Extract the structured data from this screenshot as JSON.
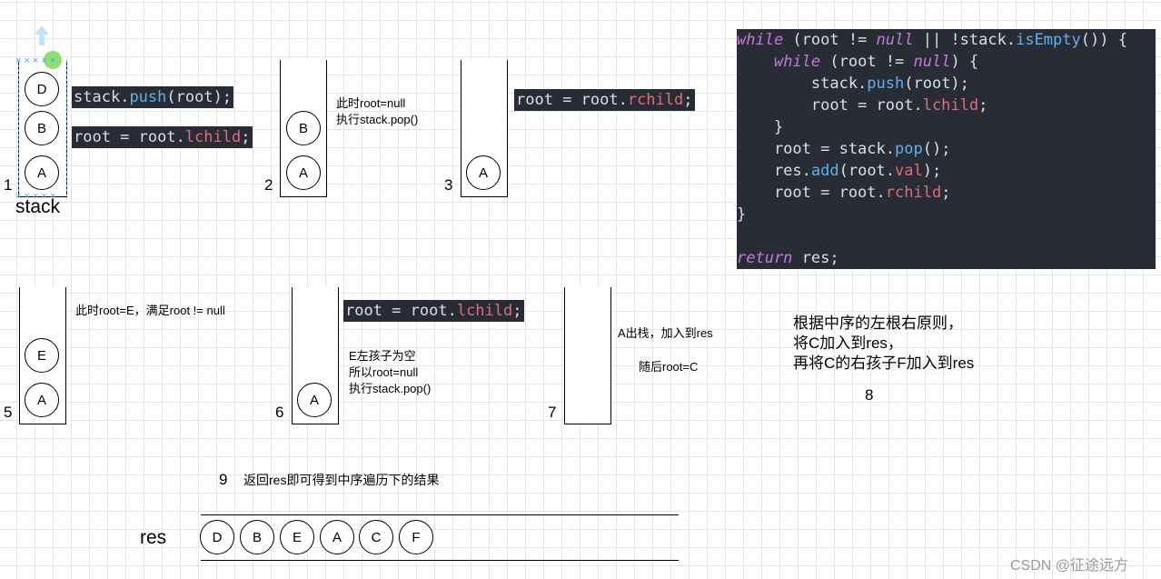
{
  "step1": {
    "num": "1",
    "label": "stack",
    "nodes": [
      "D",
      "B",
      "A"
    ],
    "code1": [
      "stack",
      ".",
      "push",
      "(root);"
    ],
    "code2": [
      "root = root.",
      "lchild",
      ";"
    ]
  },
  "step2": {
    "num": "2",
    "nodes": [
      "B",
      "A"
    ],
    "note1": "此时root=null",
    "note2": "执行stack.pop()"
  },
  "step3": {
    "num": "3",
    "nodes": [
      "A"
    ],
    "code": [
      "root = root.",
      "rchild",
      ";"
    ]
  },
  "step5": {
    "num": "5",
    "nodes": [
      "E",
      "A"
    ],
    "note": "此时root=E，满足root != null"
  },
  "step6": {
    "num": "6",
    "nodes": [
      "A"
    ],
    "code": [
      "root = root.",
      "lchild",
      ";"
    ],
    "note1": "E左孩子为空",
    "note2": "所以root=null",
    "note3": "执行stack.pop()"
  },
  "step7": {
    "num": "7",
    "note1": "A出栈，加入到res",
    "note2": "随后root=C"
  },
  "step8": {
    "num": "8",
    "line1": "根据中序的左根右原则，",
    "line2": "将C加入到res，",
    "line3": "再将C的右孩子F加入到res"
  },
  "step9": {
    "num": "9",
    "note": "返回res即可得到中序遍历下的结果",
    "res_label": "res",
    "res": [
      "D",
      "B",
      "E",
      "A",
      "C",
      "F"
    ]
  },
  "code_block": {
    "l1": [
      "while",
      " (root != ",
      "null",
      " || !stack.",
      "isEmpty",
      "()) {"
    ],
    "l2": [
      "    ",
      "while",
      " (root != ",
      "null",
      ") {"
    ],
    "l3": [
      "        stack.",
      "push",
      "(root);"
    ],
    "l4": [
      "        root = root.",
      "lchild",
      ";"
    ],
    "l5": "    }",
    "l6": [
      "    root = stack.",
      "pop",
      "();"
    ],
    "l7": [
      "    res.",
      "add",
      "(root.",
      "val",
      ");"
    ],
    "l8": [
      "    root = root.",
      "rchild",
      ";"
    ],
    "l9": "}",
    "l10": [
      "return",
      " res;"
    ]
  },
  "watermark": "CSDN @征途远方",
  "colors": {
    "code_bg": "#282c34",
    "keyword": "#c678dd",
    "function": "#61afef",
    "field": "#e06c75",
    "selection": "#3fa9f5",
    "handle": "#7ed957"
  }
}
